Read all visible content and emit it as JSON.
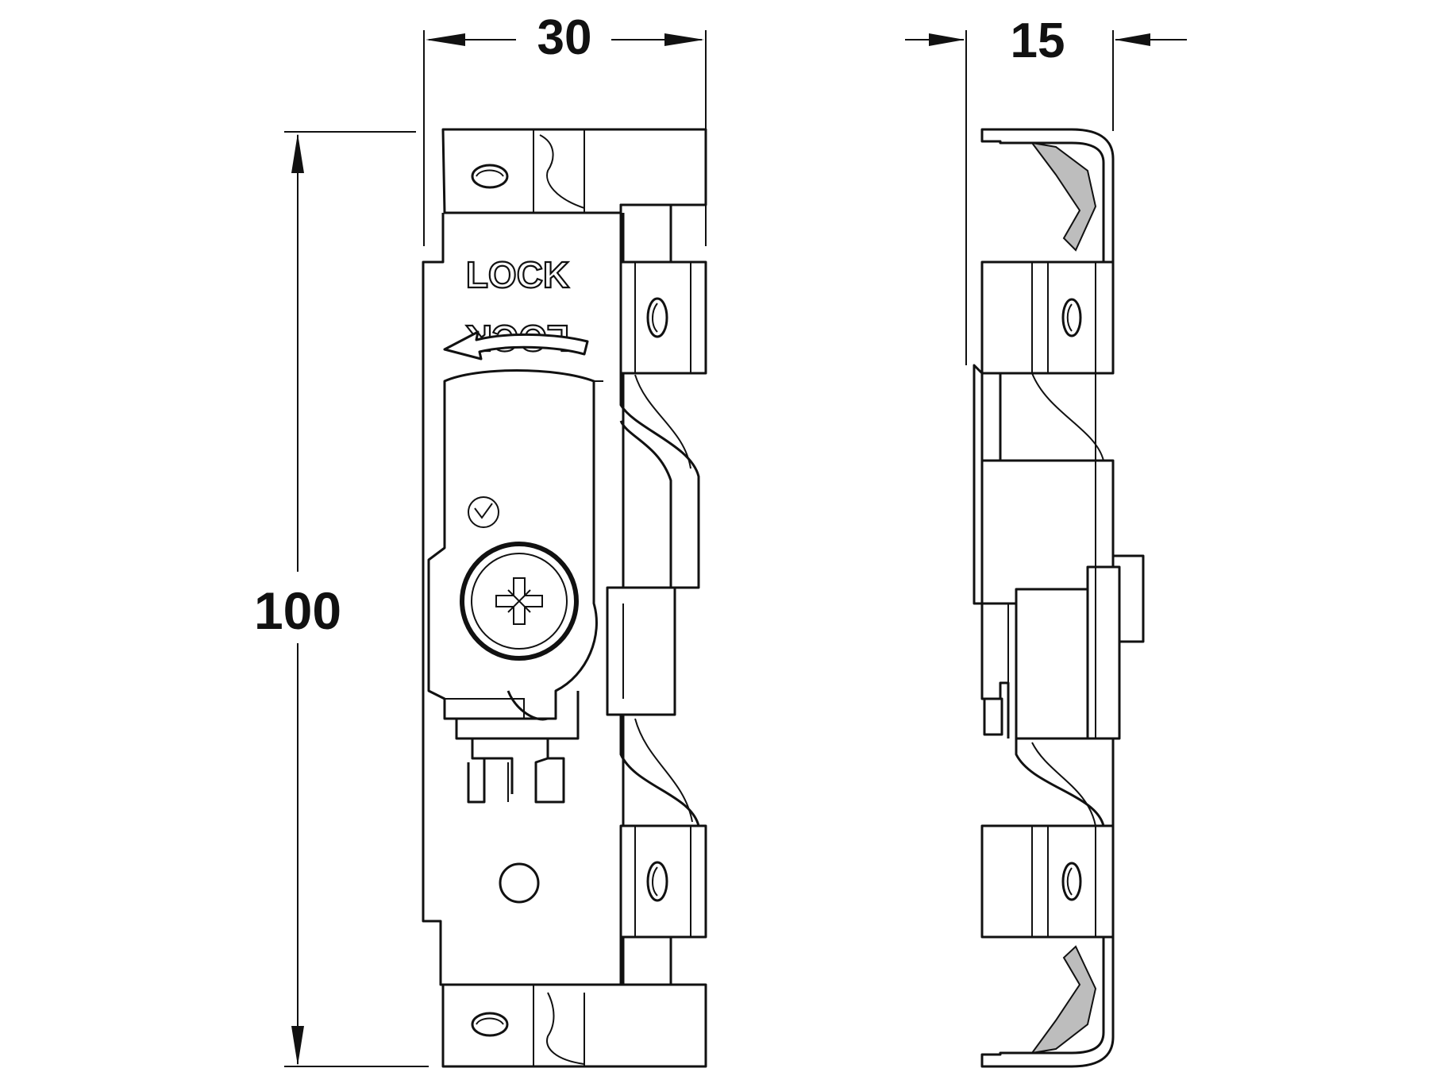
{
  "dimensions": {
    "width": "30",
    "depth": "15",
    "height": "100"
  },
  "label": {
    "lock_upper": "LOCK",
    "lock_lower": "LOCK"
  },
  "colors": {
    "line": "#111111",
    "background": "#ffffff",
    "hatch": "#bdbdbd"
  }
}
